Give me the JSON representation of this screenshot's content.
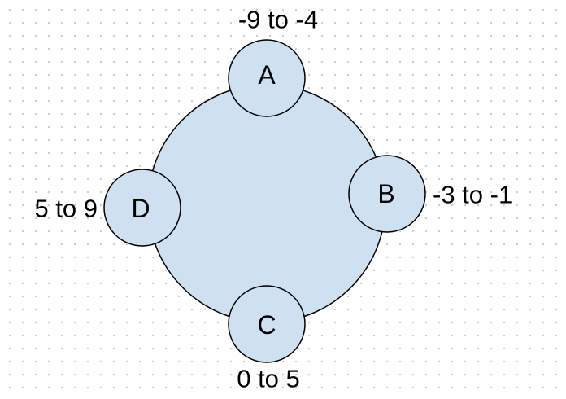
{
  "diagram": {
    "nodes": [
      {
        "id": "A",
        "label": "A",
        "range": "-9 to -4"
      },
      {
        "id": "B",
        "label": "B",
        "range": "-3 to -1"
      },
      {
        "id": "C",
        "label": "C",
        "range": "0 to 5"
      },
      {
        "id": "D",
        "label": "D",
        "range": "5 to 9"
      }
    ],
    "colors": {
      "fill": "#cfe0f1",
      "stroke": "#000000"
    }
  }
}
